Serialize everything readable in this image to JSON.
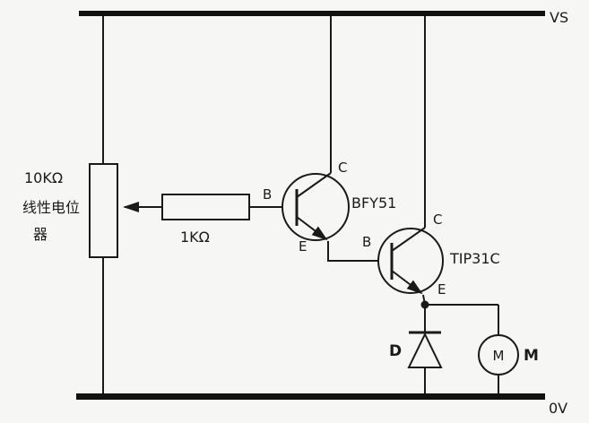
{
  "diagram": {
    "colors": {
      "ink": "#1a1a1a",
      "background": "#f6f6f4"
    },
    "power": {
      "top_rail_label": "VS",
      "bottom_rail_label": "0V"
    },
    "potentiometer": {
      "value": "10KΩ",
      "desc_line1": "线性电位",
      "desc_line2": "器"
    },
    "series_resistor": {
      "value": "1KΩ"
    },
    "driver_transistor": {
      "name": "BFY51",
      "base": "B",
      "collector": "C",
      "emitter": "E"
    },
    "power_transistor": {
      "name": "TIP31C",
      "base": "B",
      "collector": "C",
      "emitter": "E"
    },
    "flyback_diode": {
      "label": "D"
    },
    "motor": {
      "symbol": "M",
      "label": "M"
    }
  }
}
